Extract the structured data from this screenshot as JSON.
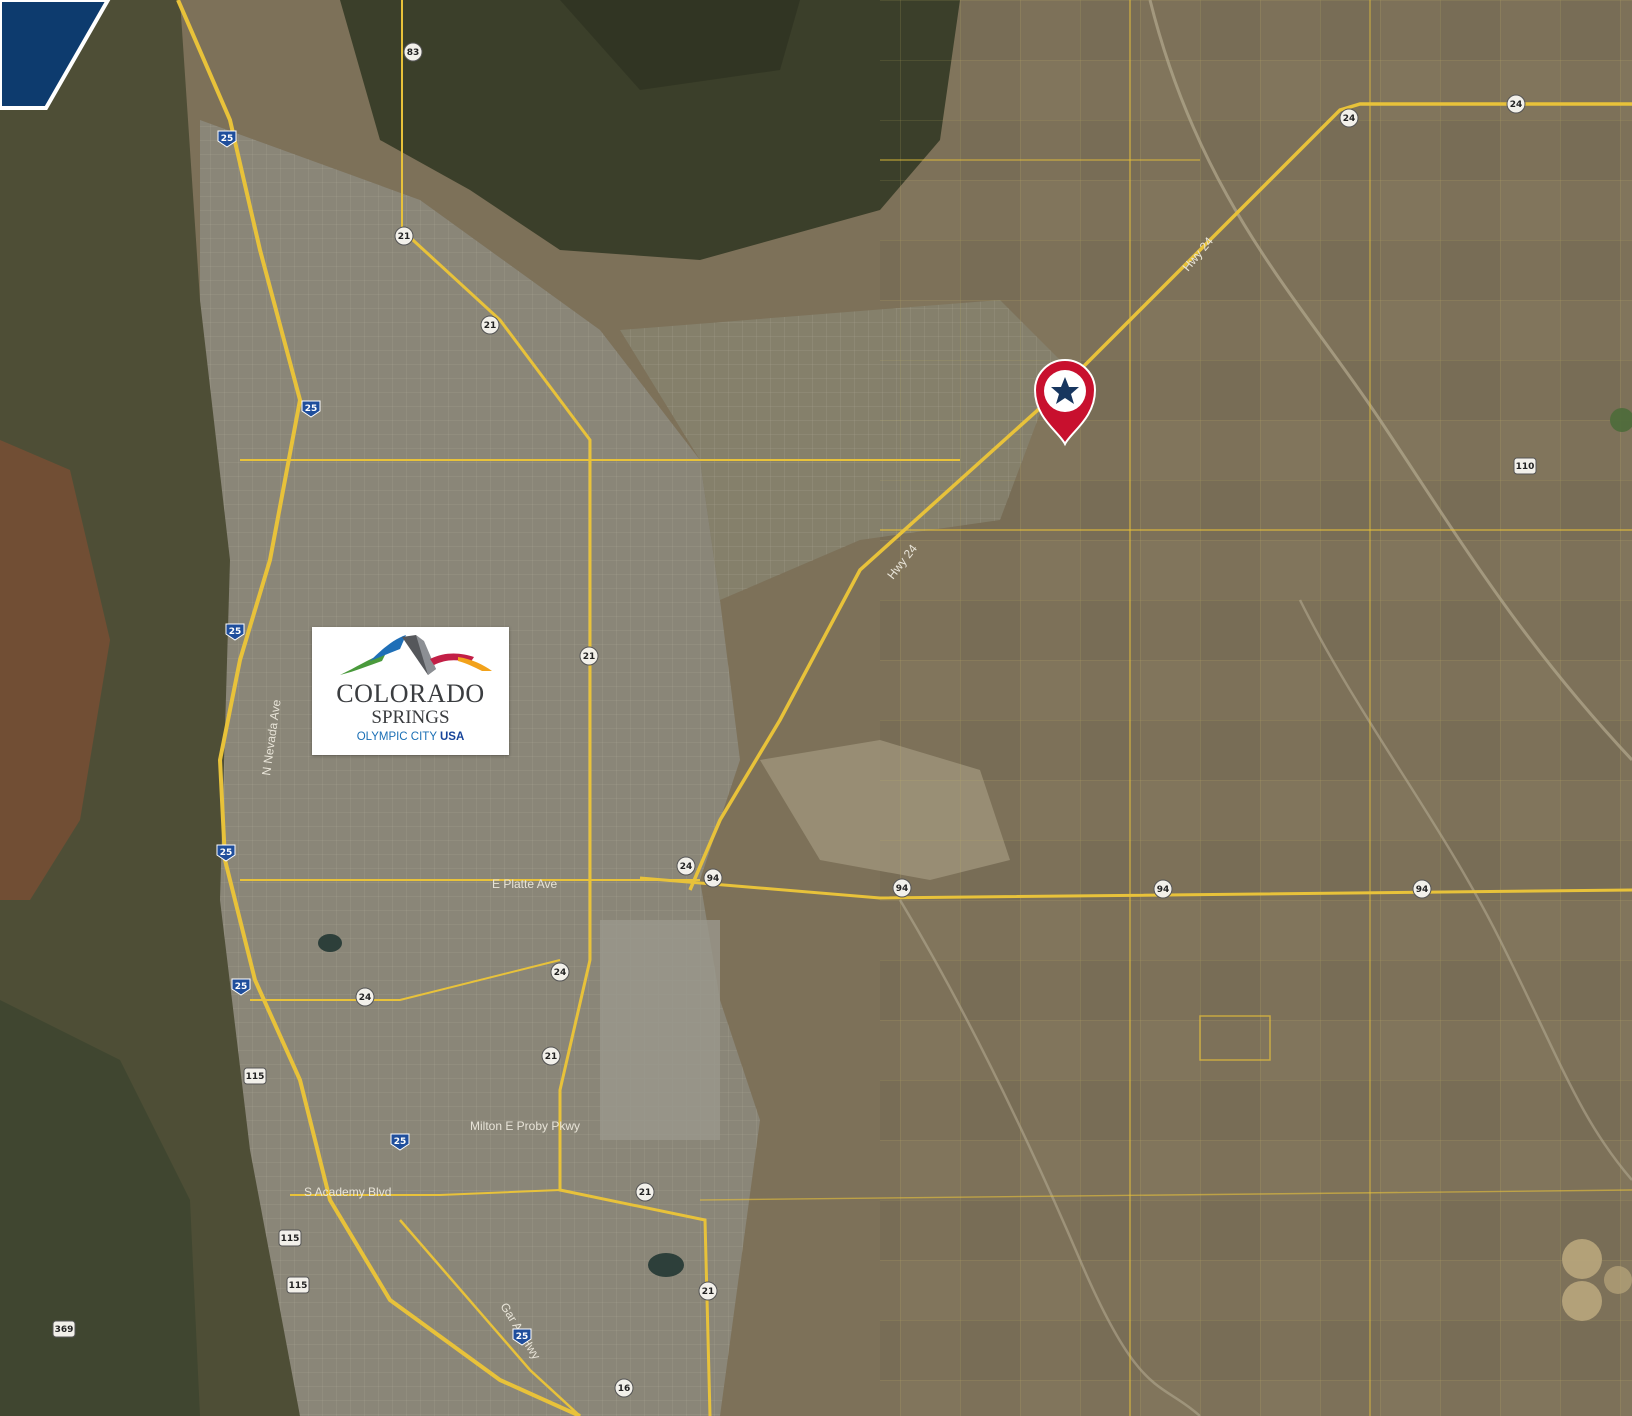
{
  "map": {
    "route_shields": [
      {
        "id": "83",
        "label": "83"
      },
      {
        "id": "25a",
        "label": "25"
      },
      {
        "id": "21a",
        "label": "21"
      },
      {
        "id": "21b",
        "label": "21"
      },
      {
        "id": "25b",
        "label": "25"
      },
      {
        "id": "25c",
        "label": "25"
      },
      {
        "id": "21c",
        "label": "21"
      },
      {
        "id": "25d",
        "label": "25"
      },
      {
        "id": "24a",
        "label": "24"
      },
      {
        "id": "94a",
        "label": "94"
      },
      {
        "id": "94b",
        "label": "94"
      },
      {
        "id": "94c",
        "label": "94"
      },
      {
        "id": "94d",
        "label": "94"
      },
      {
        "id": "25e",
        "label": "25"
      },
      {
        "id": "24b",
        "label": "24"
      },
      {
        "id": "24c",
        "label": "24"
      },
      {
        "id": "115a",
        "label": "115"
      },
      {
        "id": "21d",
        "label": "21"
      },
      {
        "id": "25f",
        "label": "25"
      },
      {
        "id": "21e",
        "label": "21"
      },
      {
        "id": "115b",
        "label": "115"
      },
      {
        "id": "115c",
        "label": "115"
      },
      {
        "id": "21f",
        "label": "21"
      },
      {
        "id": "25g",
        "label": "25"
      },
      {
        "id": "16",
        "label": "16"
      },
      {
        "id": "369",
        "label": "369"
      },
      {
        "id": "24d",
        "label": "24"
      },
      {
        "id": "24e",
        "label": "24"
      },
      {
        "id": "110",
        "label": "110"
      }
    ],
    "road_labels": {
      "hwy24_north": "Hwy 24",
      "hwy24_mid": "Hwy 24",
      "n_nevada": "N Nevada Ave",
      "el_paso": "E Platte Ave",
      "milton_proby": "Milton E Proby Pkwy",
      "academy": "S Academy Blvd",
      "gar_hwy": "Gar An Hwy"
    },
    "marker": {
      "icon": "star-map-pin-icon",
      "color": "#c8102e"
    },
    "colors": {
      "terrain": "#7d7159",
      "urban": "#8a8678",
      "roads": "#e8c23a",
      "corner_banner": "#0d3b6e"
    }
  },
  "logo": {
    "line1": "COLORADO",
    "line2": "SPRINGS",
    "line3_prefix": "OLYMPIC CITY ",
    "line3_suffix": "USA"
  }
}
